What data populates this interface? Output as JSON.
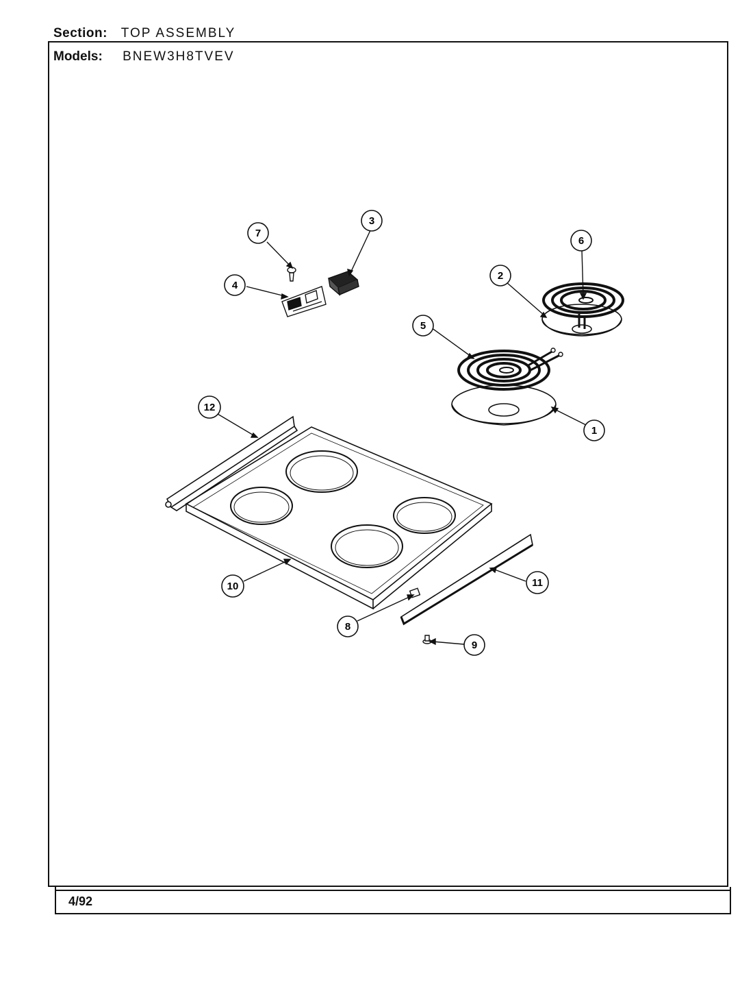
{
  "header": {
    "section_label": "Section:",
    "section_value": "TOP ASSEMBLY",
    "models_label": "Models:",
    "models_value": "BNEW3H8TVEV"
  },
  "footer": {
    "date": "4/92"
  },
  "callouts": [
    "1",
    "2",
    "3",
    "4",
    "5",
    "6",
    "7",
    "8",
    "9",
    "10",
    "11",
    "12"
  ]
}
